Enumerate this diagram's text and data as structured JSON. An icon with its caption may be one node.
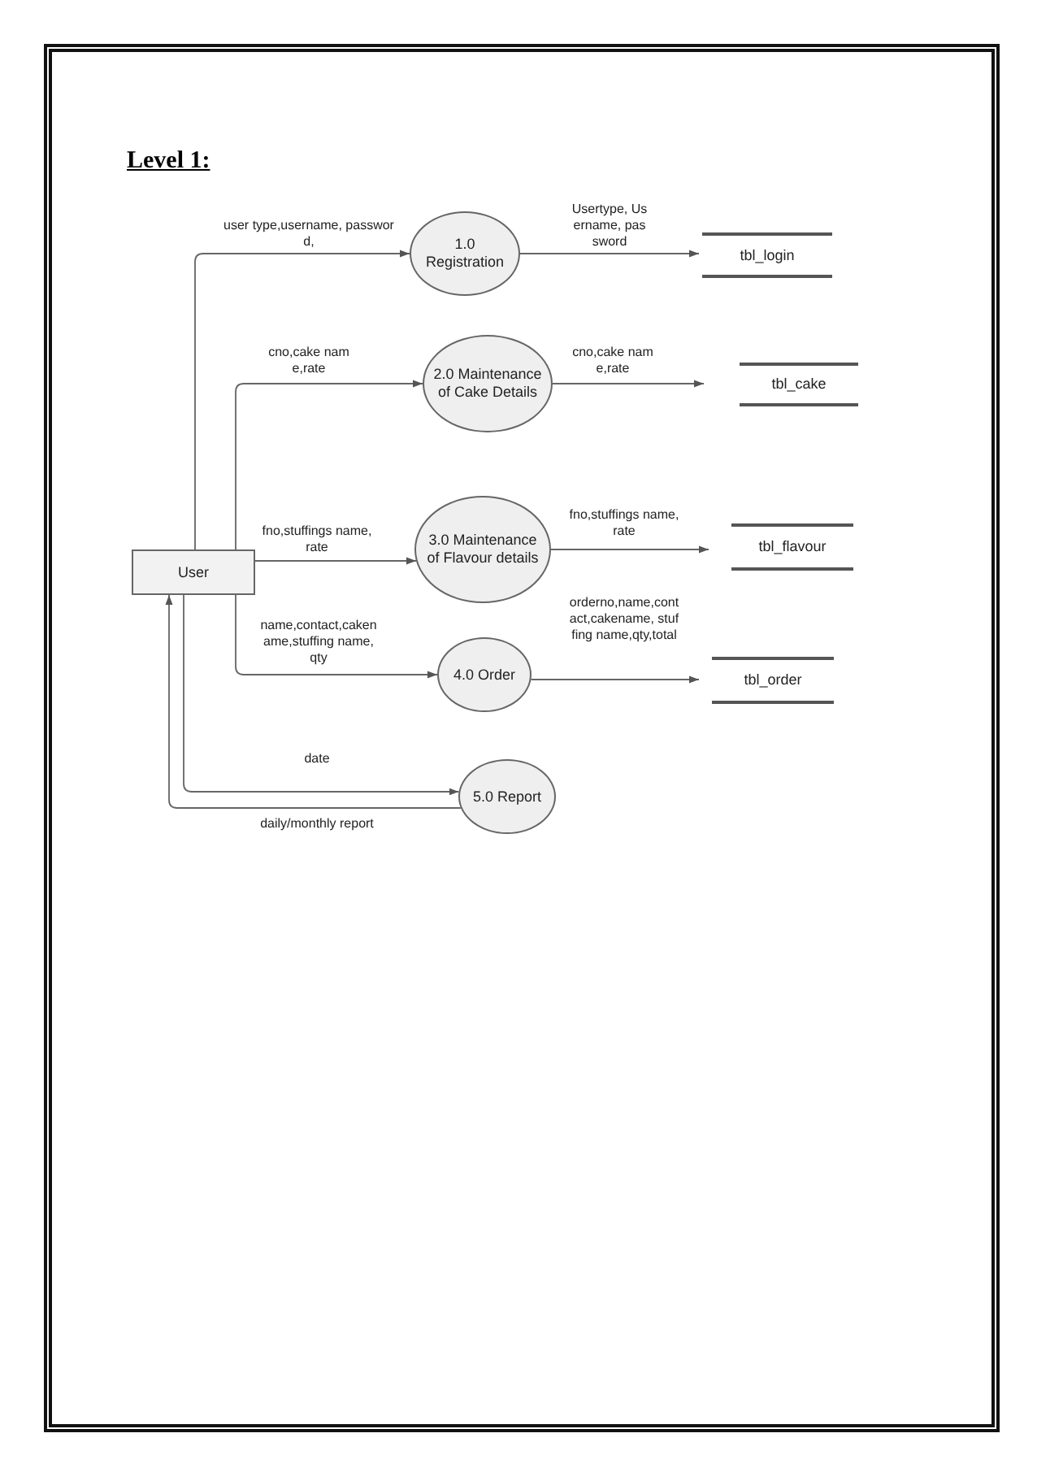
{
  "diagram": {
    "title": "Level 1:",
    "nodes": [
      {
        "text": [
          "User"
        ]
      },
      {
        "text": [
          "1.0 Registration"
        ]
      },
      {
        "text": [
          "2.0 Maintenance of Cake Details"
        ]
      },
      {
        "text": [
          "3.0 Maintenance of Flavour details"
        ]
      },
      {
        "text": [
          "4.0 Order"
        ]
      },
      {
        "text": [
          "5.0 Report"
        ]
      },
      {
        "text": [
          "tbl_login"
        ]
      },
      {
        "text": [
          "tbl_cake"
        ]
      },
      {
        "text": [
          "tbl_flavour"
        ]
      },
      {
        "text": [
          "tbl_order"
        ]
      }
    ],
    "edges": [
      {
        "from": 0,
        "to": 1,
        "arrow": "to",
        "label": "user type,username, password,"
      },
      {
        "from": 0,
        "to": 2,
        "arrow": "to",
        "label": "cno,cake name,rate"
      },
      {
        "from": 0,
        "to": 3,
        "arrow": "to",
        "label": "fno,stuffings name,rate"
      },
      {
        "from": 0,
        "to": 4,
        "arrow": "to",
        "label": "name,contact,cakename,stuffing name,qty"
      },
      {
        "from": 0,
        "to": 5,
        "arrow": "to",
        "label": "date"
      },
      {
        "from": 5,
        "to": 0,
        "arrow": "to",
        "label": "daily/monthly report"
      },
      {
        "from": 1,
        "to": 6,
        "arrow": "to",
        "label": "Usertype, Username, password"
      },
      {
        "from": 2,
        "to": 7,
        "arrow": "to",
        "label": "cno,cake name,rate"
      },
      {
        "from": 3,
        "to": 8,
        "arrow": "to",
        "label": "fno,stuffings name,rate"
      },
      {
        "from": 4,
        "to": 9,
        "arrow": "to",
        "label": "orderno,name,contact,cakename, stuffing name,qty,total"
      }
    ]
  }
}
